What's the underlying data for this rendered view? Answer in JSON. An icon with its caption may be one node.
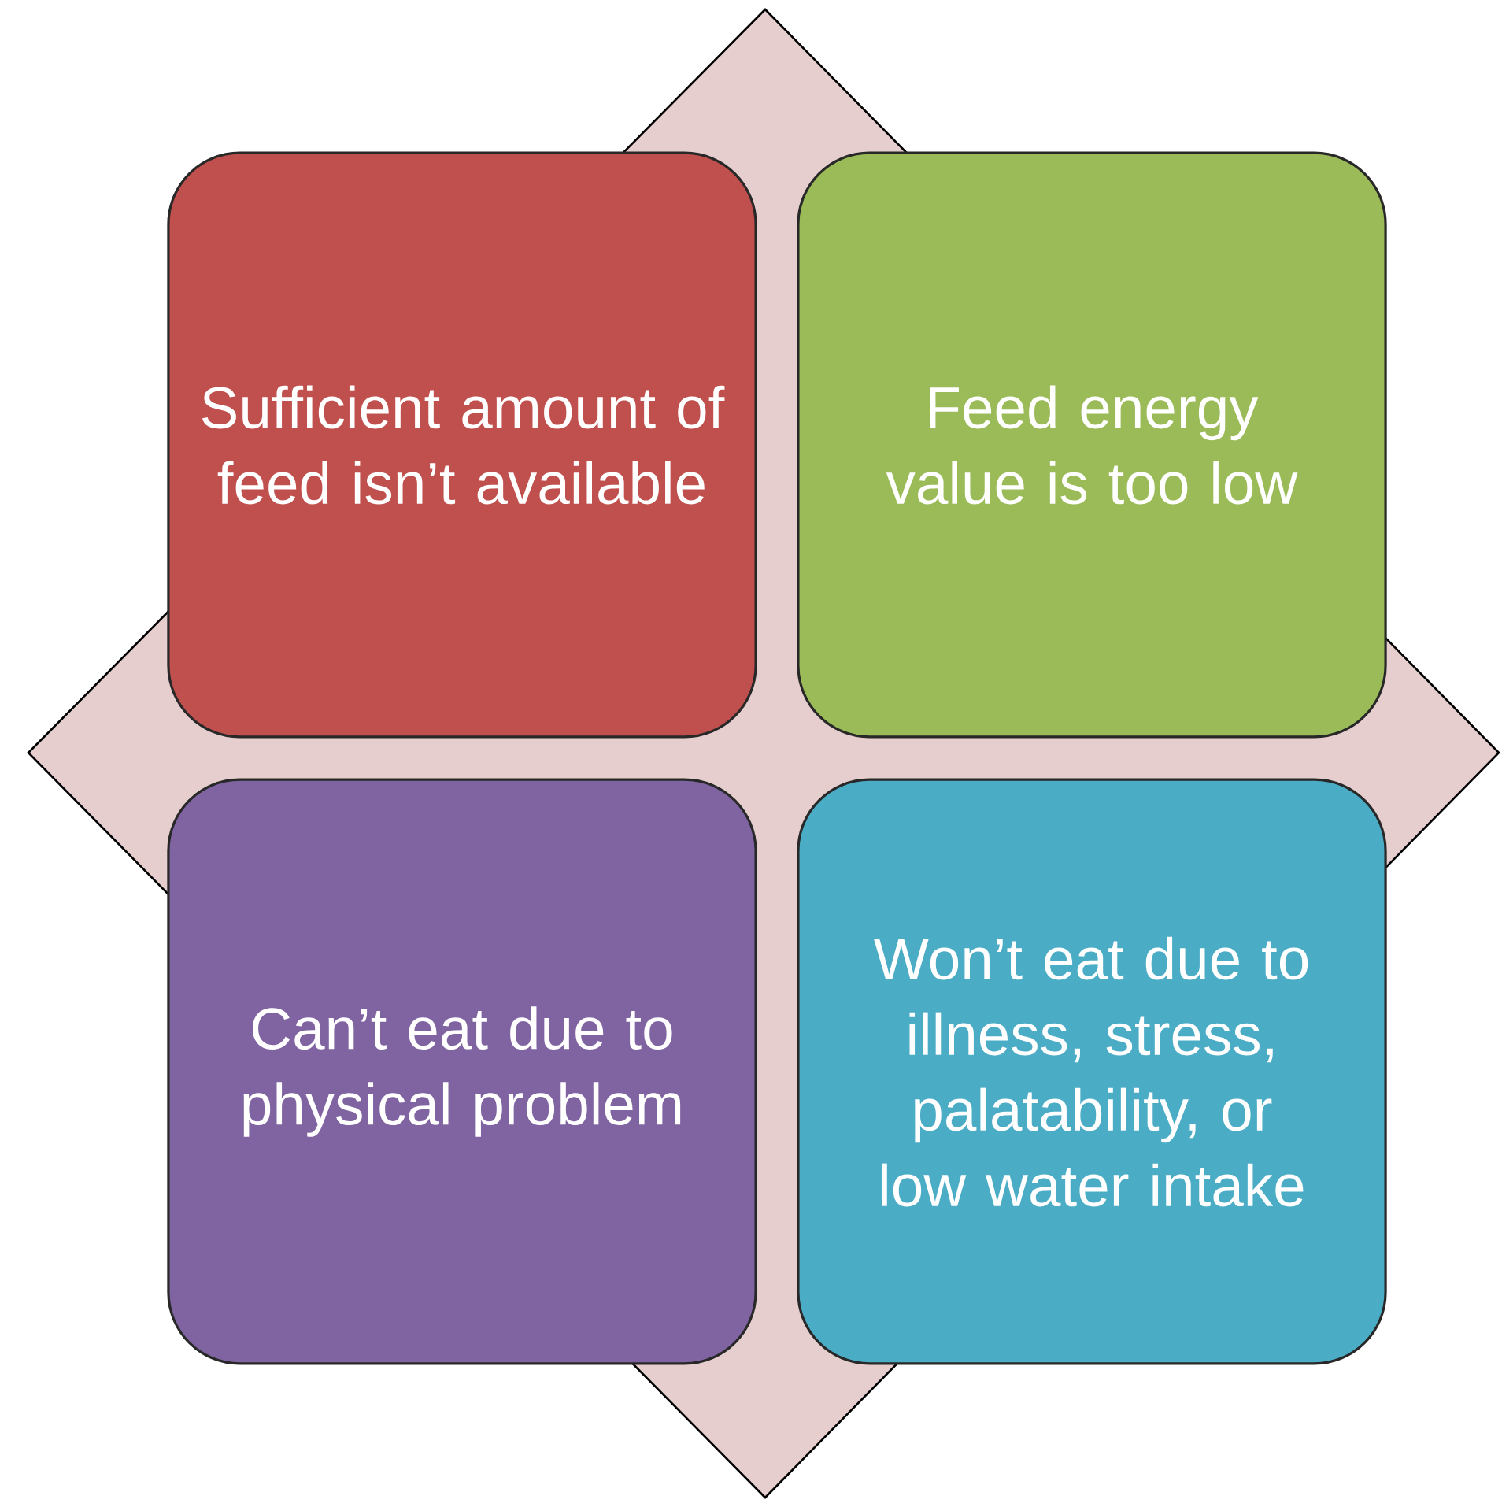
{
  "diagram": {
    "nodes": [
      {
        "text": [
          "Sufficient amount of feed isn’t available"
        ]
      },
      {
        "text": [
          "Feed energy value is too low"
        ]
      },
      {
        "text": [
          "Can’t eat due to physical problem"
        ]
      },
      {
        "text": [
          "Won’t eat due to illness, stress, palatability, or low water intake"
        ]
      }
    ]
  }
}
